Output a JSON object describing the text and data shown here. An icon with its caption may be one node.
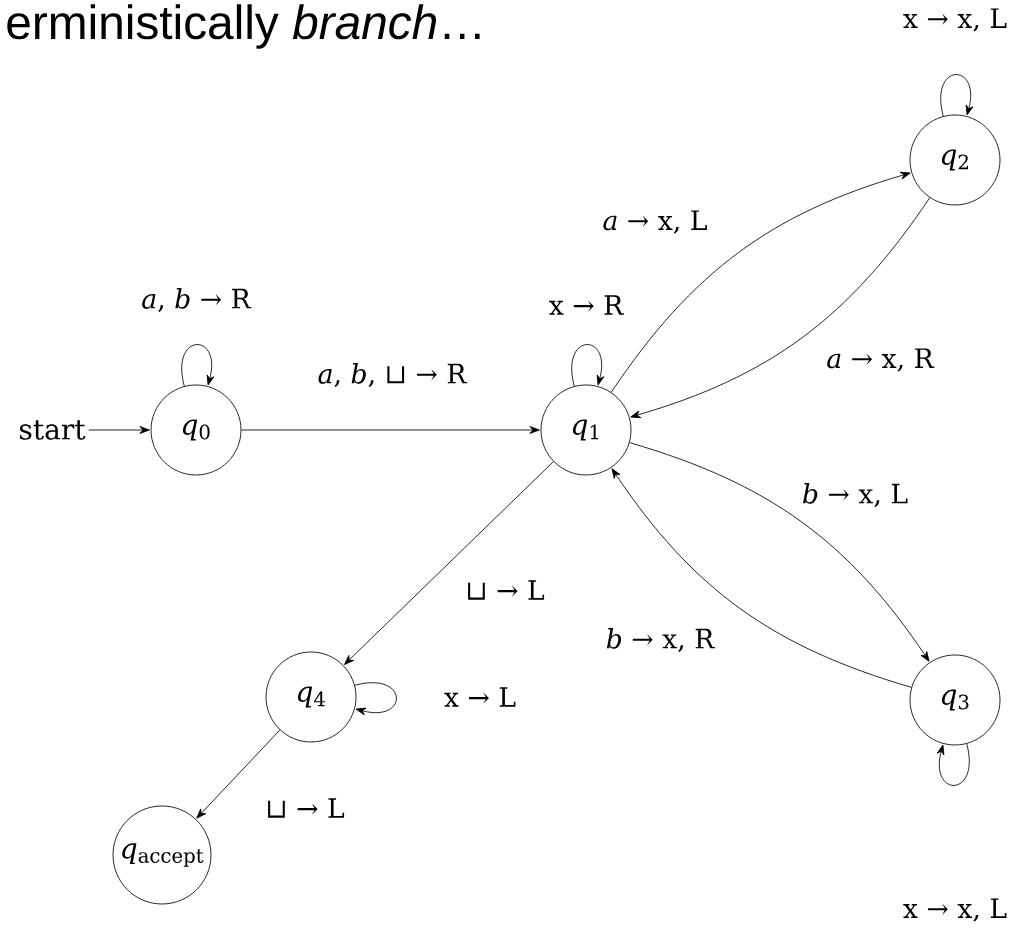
{
  "diagram": {
    "nodes": [
      {
        "text": [
          "start"
        ]
      },
      {
        "text": [
          "*q*$_{0}$"
        ]
      },
      {
        "text": [
          "*q*$_{1}$"
        ]
      },
      {
        "text": [
          "*q*$_{2}$"
        ]
      },
      {
        "text": [
          "*q*$_{3}$"
        ]
      },
      {
        "text": [
          "*q*$_{4}$"
        ]
      },
      {
        "text": [
          "*q*$_{accept}$"
        ]
      }
    ],
    "edges": [
      {
        "from": 0,
        "to": 1,
        "arrow": "to"
      },
      {
        "from": 1,
        "to": 1,
        "arrow": "to",
        "label": "*a*, *b* → R"
      },
      {
        "from": 1,
        "to": 2,
        "arrow": "to",
        "label": "*a*, *b*, ⊔ → R"
      },
      {
        "from": 2,
        "to": 2,
        "arrow": "to",
        "label": "x → R"
      },
      {
        "from": 2,
        "to": 3,
        "arrow": "to",
        "label": "*a* → x, L"
      },
      {
        "from": 3,
        "to": 2,
        "arrow": "to",
        "label": "*a* → x, R"
      },
      {
        "from": 3,
        "to": 3,
        "arrow": "to",
        "label": "x → x, L"
      },
      {
        "from": 2,
        "to": 4,
        "arrow": "to",
        "label": "*b* → x, L"
      },
      {
        "from": 4,
        "to": 2,
        "arrow": "to",
        "label": "*b* → x, R"
      },
      {
        "from": 4,
        "to": 4,
        "arrow": "to",
        "label": "x → x, L"
      },
      {
        "from": 2,
        "to": 5,
        "arrow": "to",
        "label": "⊔ → L"
      },
      {
        "from": 5,
        "to": 5,
        "arrow": "to",
        "label": "x → L"
      },
      {
        "from": 5,
        "to": 6,
        "arrow": "to",
        "label": "⊔ → L"
      }
    ],
    "labels": [
      "erministically *branch*…"
    ]
  }
}
